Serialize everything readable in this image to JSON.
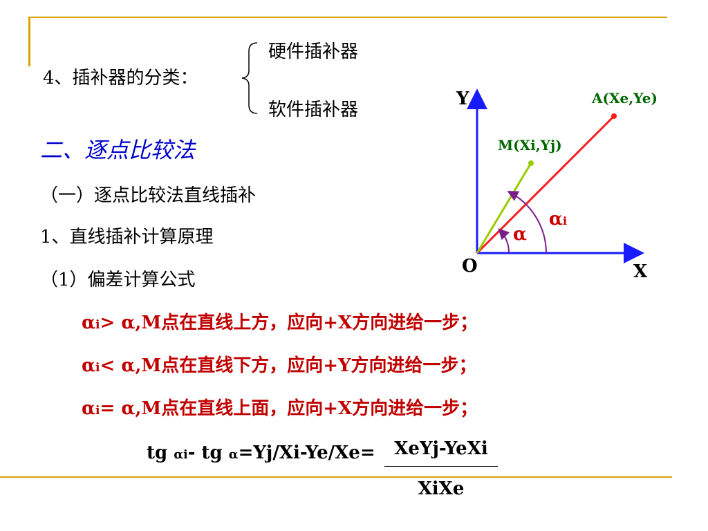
{
  "classification": {
    "heading": "4、插补器的分类：",
    "items": [
      "硬件插补器",
      "软件插补器"
    ]
  },
  "section": {
    "title": "二、逐点比较法",
    "sub1": "（一）逐点比较法直线插补",
    "sub2": "1、直线插补计算原理",
    "sub3": "（1）偏差计算公式"
  },
  "rules": [
    {
      "alpha_i": "α",
      "sub": "i",
      "op": ">",
      "alpha": "α",
      "text": ",M点在直线上方，应向+X方向进给一步；"
    },
    {
      "alpha_i": "α",
      "sub": "i",
      "op": "<",
      "alpha": "α",
      "text": ",M点在直线下方，应向+Y方向进给一步；"
    },
    {
      "alpha_i": "α",
      "sub": "i",
      "op": "=",
      "alpha": "α",
      "text": ",M点在直线上面，应向+X方向进给一步；"
    }
  ],
  "diagram": {
    "axis_y": "Y",
    "axis_x": "X",
    "origin": "O",
    "point_a": "A(Xe,Ye)",
    "point_m": "M(Xi,Yj)",
    "angle_alpha": "α",
    "angle_alpha_i": "α",
    "angle_alpha_i_sub": "i"
  },
  "formula": {
    "tg1": "tg",
    "a1": "α",
    "s1": "i",
    "minus": "- tg",
    "a2": "α",
    "rest": "=Yj/Xi-Ye/Xe=",
    "numerator": "XeYj-YeXi",
    "denominator": "XiXe"
  },
  "colors": {
    "accent": "#d9a300",
    "title": "#0000cc",
    "rule_text": "#c00000",
    "axis": "#1a1aff",
    "line_a": "#ff1a1a",
    "line_m": "#99cc00",
    "arc": "#7a1e8a",
    "label_green": "#006600",
    "label_red": "#cc0000"
  }
}
